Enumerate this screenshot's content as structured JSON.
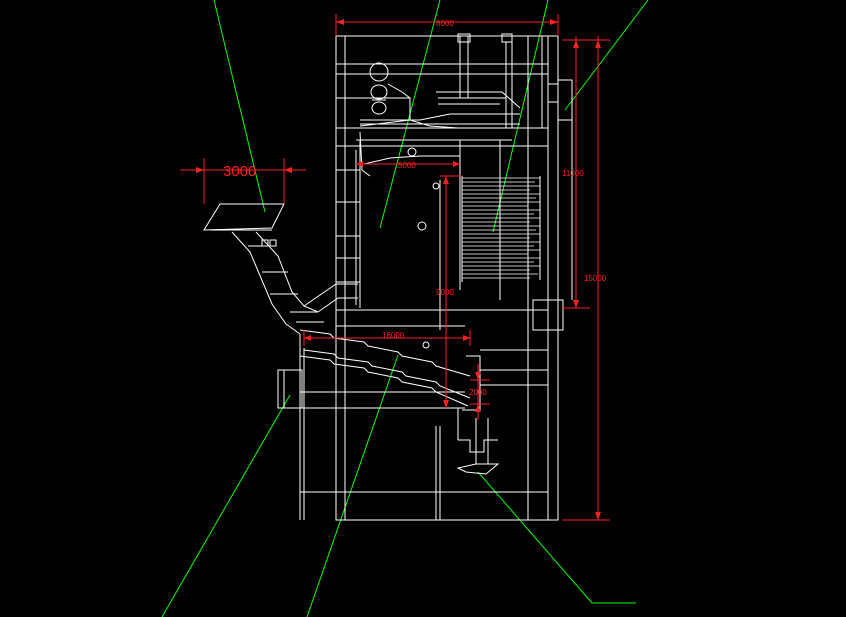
{
  "drawing": {
    "background_color": "#000000",
    "line_color": "#ffffff",
    "dimension_color": "#ff2020",
    "leader_color": "#00ff00"
  },
  "dimensions": {
    "top_width": "8000",
    "hopper_width": "3000",
    "inner_width": "5000",
    "right_upper_height": "11000",
    "right_total_height": "15000",
    "middle_height": "9000",
    "grate_length": "16000",
    "ash_gap": "2000"
  }
}
